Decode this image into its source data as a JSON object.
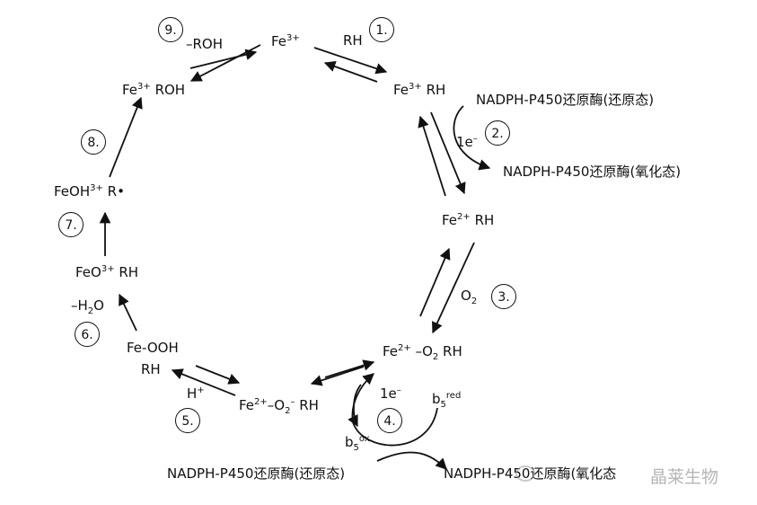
{
  "species": {
    "fe3": "Fe",
    "fe3_sup": "3+",
    "fe3_rh": "Fe",
    "fe3_rh_sup": "3+",
    "fe3_rh_tail": " RH",
    "fe2_rh": "Fe",
    "fe2_rh_sup": "2+",
    "fe2_rh_tail": " RH",
    "fe2_o2_rh": "Fe",
    "fe2_o2_rh_sup": "2+",
    "fe2_o2_rh_tail": " –O",
    "fe2_o2_rh_sub": "2",
    "fe2_o2_rh_end": " RH",
    "fe2_o2m_rh": "Fe",
    "fe2_o2m_rh_sup": "2+",
    "fe2_o2m_rh_tail": "–O",
    "fe2_o2m_rh_sub": "2",
    "fe2_o2m_rh_sup2": "–",
    "fe2_o2m_rh_end": " RH",
    "fe_ooh": "Fe-OOH",
    "fe_ooh_rh": "RH",
    "feo3_rh": "FeO",
    "feo3_rh_sup": "3+",
    "feo3_rh_tail": " RH",
    "feoh3_r": "FeOH",
    "feoh3_r_sup": "3+",
    "feoh3_r_tail": " R•",
    "fe3_roh": "Fe",
    "fe3_roh_sup": "3+",
    "fe3_roh_tail": " ROH"
  },
  "reagents": {
    "rh": "RH",
    "minus_roh": "–ROH",
    "e1_top": "1e",
    "e1_top_sup": "–",
    "o2": "O",
    "o2_sub": "2",
    "e1_bottom": "1e",
    "e1_bottom_sup": "–",
    "b5_red": "b",
    "b5_red_sub": "5",
    "b5_red_sup": "red",
    "b5_ox": "b",
    "b5_ox_sub": "5",
    "b5_ox_sup": "ox",
    "h_plus": "H",
    "h_plus_sup": "+",
    "minus_h2o": "–H",
    "minus_h2o_sub": "2",
    "minus_h2o_tail": "O"
  },
  "enzymes": {
    "reduced_top": "NADPH-P450还原酶(还原态)",
    "oxidized_top": "NADPH-P450还原酶(氧化态)",
    "reduced_bottom": "NADPH-P450还原酶(还原态)",
    "oxidized_bottom": "NADPH-P450还原酶(氧化态"
  },
  "steps": [
    "1.",
    "2.",
    "3.",
    "4.",
    "5.",
    "6.",
    "7.",
    "8.",
    "9."
  ],
  "watermark": "晶莱生物"
}
